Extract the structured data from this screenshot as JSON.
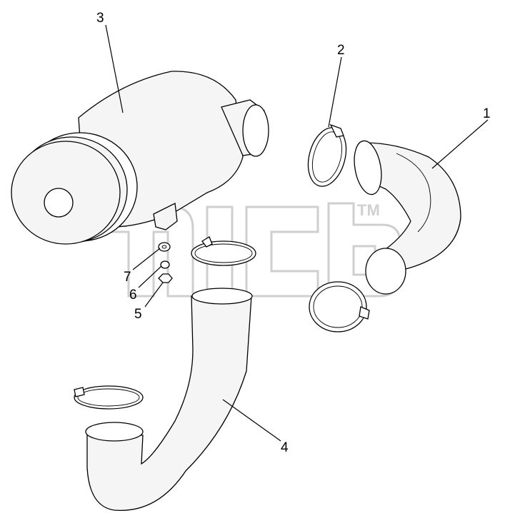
{
  "watermark": {
    "text": "",
    "trademark": "TM"
  },
  "callouts": [
    {
      "id": "callout-1",
      "label": "1"
    },
    {
      "id": "callout-2",
      "label": "2"
    },
    {
      "id": "callout-3",
      "label": "3"
    },
    {
      "id": "callout-4",
      "label": "4"
    },
    {
      "id": "callout-5",
      "label": "5"
    },
    {
      "id": "callout-6",
      "label": "6"
    },
    {
      "id": "callout-7",
      "label": "7"
    }
  ],
  "parts": [
    {
      "callout": "1",
      "name": "intake elbow hose"
    },
    {
      "callout": "2",
      "name": "hose clamp"
    },
    {
      "callout": "3",
      "name": "air filter housing"
    },
    {
      "callout": "4",
      "name": "intake pipe"
    },
    {
      "callout": "5",
      "name": "nut"
    },
    {
      "callout": "6",
      "name": "lock washer"
    },
    {
      "callout": "7",
      "name": "flat washer"
    }
  ]
}
